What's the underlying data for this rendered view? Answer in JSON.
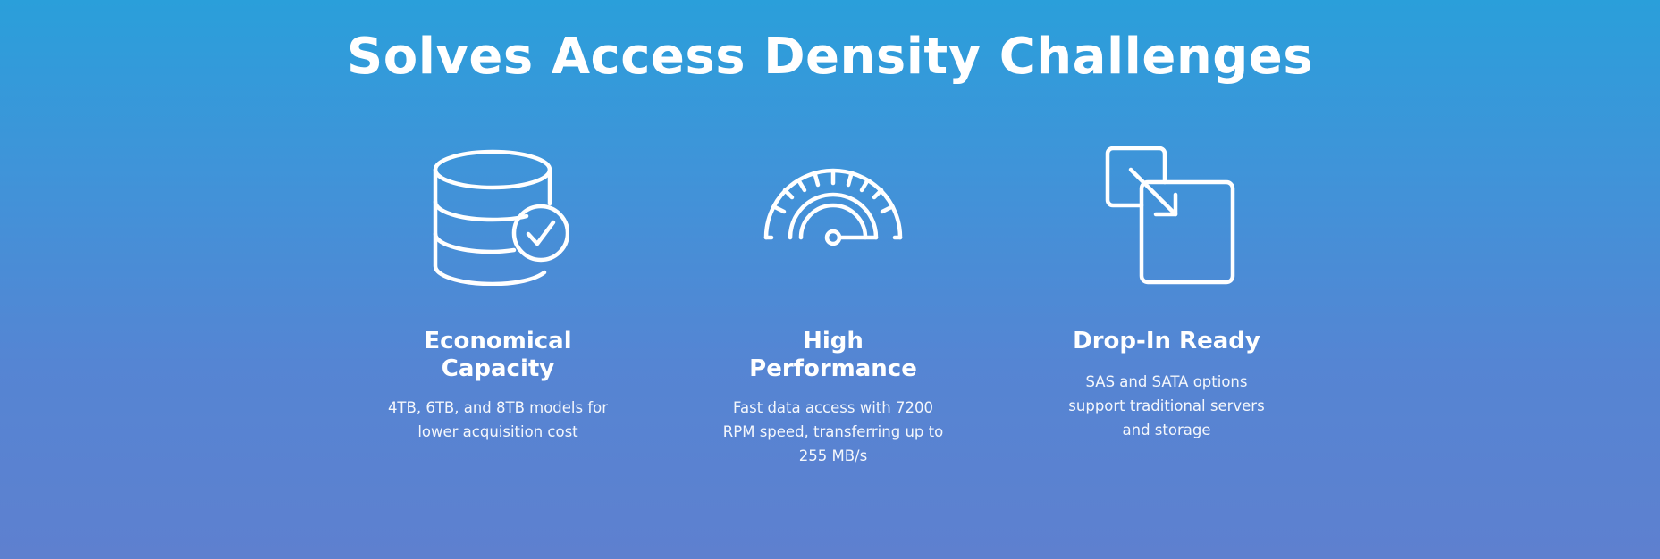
{
  "section": {
    "headline": "Solves Access Density Challenges"
  },
  "features": [
    {
      "icon": "database-check-icon",
      "title_lines": [
        "Economical",
        "Capacity"
      ],
      "description_lines": [
        "4TB, 6TB, and 8TB models for",
        "lower acquisition cost"
      ]
    },
    {
      "icon": "speedometer-icon",
      "title_lines": [
        "High",
        "Performance"
      ],
      "description_lines": [
        "Fast data access with 7200",
        "RPM speed, transferring up to",
        "255 MB/s"
      ]
    },
    {
      "icon": "drop-in-arrow-icon",
      "title_lines": [
        "Drop-In Ready"
      ],
      "description_lines": [
        "SAS and SATA options",
        "support traditional servers",
        "and storage"
      ]
    }
  ],
  "colors": {
    "gradient_top": "#2a9fda",
    "gradient_bottom": "#5e80cf",
    "text": "#ffffff"
  }
}
